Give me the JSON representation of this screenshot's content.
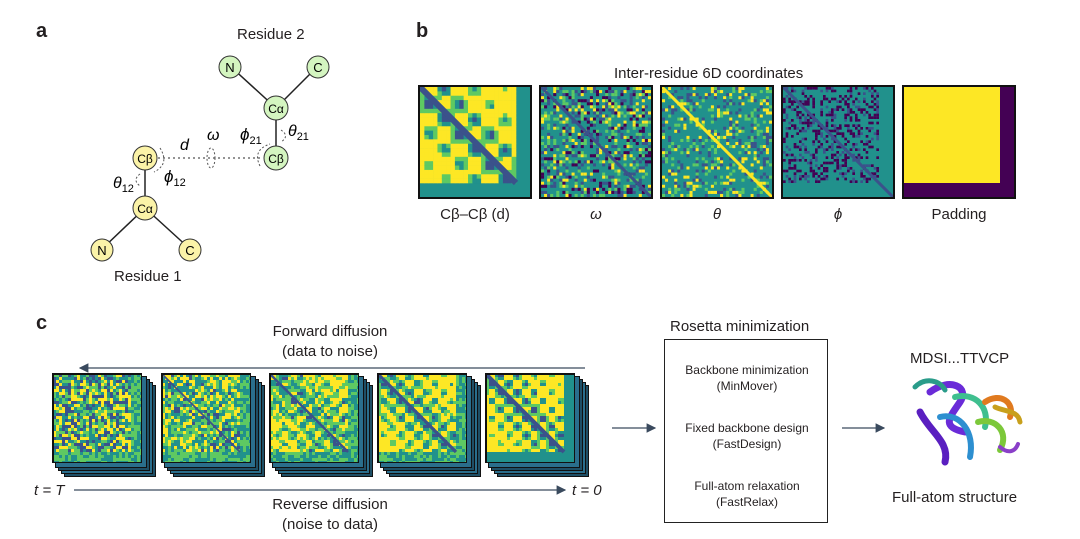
{
  "panels": {
    "a": "a",
    "b": "b",
    "c": "c"
  },
  "panel_a": {
    "residue2_label": "Residue 2",
    "residue1_label": "Residue 1",
    "atoms": {
      "n": "N",
      "c": "C",
      "ca": "Cα",
      "cb": "Cβ"
    },
    "angles": {
      "d": "d",
      "omega": "ω",
      "phi": "ϕ",
      "phi21_sub": "21",
      "phi12_sub": "12",
      "theta": "θ",
      "theta21_sub": "21",
      "theta12_sub": "12"
    },
    "colors": {
      "residue2_atoms": "#d4f5c0",
      "residue1_atoms": "#fbf3a8"
    }
  },
  "panel_b": {
    "title": "Inter-residue 6D coordinates",
    "matrices": [
      {
        "label": "Cβ–Cβ (d)"
      },
      {
        "label": "ω"
      },
      {
        "label": "θ"
      },
      {
        "label": "ϕ"
      },
      {
        "label": "Padding"
      }
    ],
    "colors": {
      "viridis_yellow": "#fde725",
      "viridis_teal": "#21918c",
      "viridis_purple": "#440154",
      "viridis_blue": "#3b528b"
    }
  },
  "panel_c": {
    "forward_label": "Forward diffusion",
    "forward_sub": "(data to noise)",
    "reverse_label": "Reverse diffusion",
    "reverse_sub": "(noise to data)",
    "t_start": "t = T",
    "t_end": "t = 0",
    "rosetta": {
      "title": "Rosetta minimization",
      "steps": [
        {
          "name": "Backbone minimization",
          "mover": "(MinMover)"
        },
        {
          "name": "Fixed backbone design",
          "mover": "(FastDesign)"
        },
        {
          "name": "Full-atom relaxation",
          "mover": "(FastRelax)"
        }
      ]
    },
    "sequence": "MDSI...TTVCP",
    "structure_label": "Full-atom structure"
  }
}
